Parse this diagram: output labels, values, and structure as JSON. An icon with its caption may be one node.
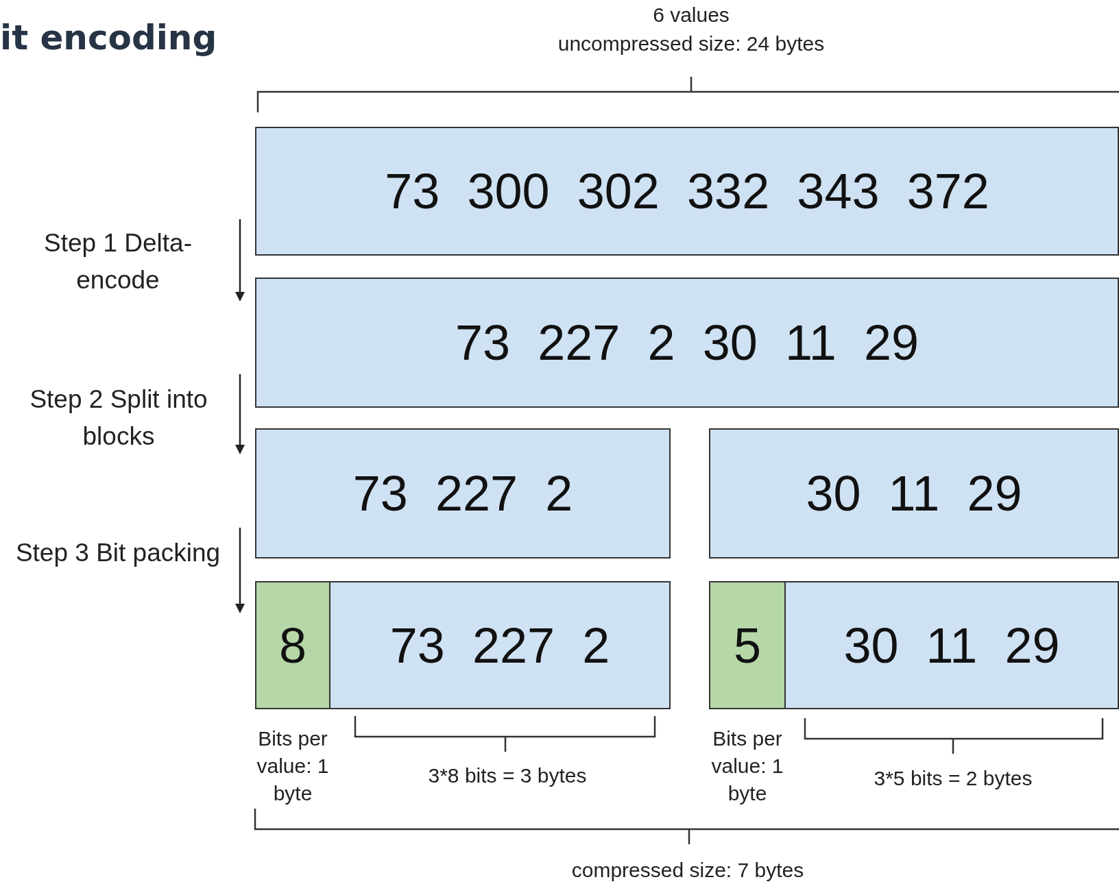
{
  "diagram": {
    "title": "it encoding",
    "nodes": [
      {
        "text": [
          "73 300 302 332 343 372"
        ]
      },
      {
        "text": [
          "73 227 2 30 11 29"
        ]
      },
      {
        "text": [
          "73 227 2"
        ]
      },
      {
        "text": [
          "30 11 29"
        ]
      },
      {
        "text": [
          "8"
        ],
        "beside": [
          "Bits per value: 1 byte"
        ]
      },
      {
        "text": [
          "73 227 2"
        ],
        "beside": [
          "3*8 bits = 3 bytes"
        ]
      },
      {
        "text": [
          "5"
        ],
        "beside": [
          "Bits per value: 1 byte"
        ]
      },
      {
        "text": [
          "30 11 29"
        ],
        "beside": [
          "3*5 bits = 2 bytes"
        ]
      }
    ],
    "edges": [],
    "labels": [
      "6 values",
      "uncompressed size: 24 bytes",
      "Step 1 Delta-encode",
      "Step 2 Split into blocks",
      "Step 3 Bit packing",
      "compressed size: 7 bytes"
    ]
  }
}
